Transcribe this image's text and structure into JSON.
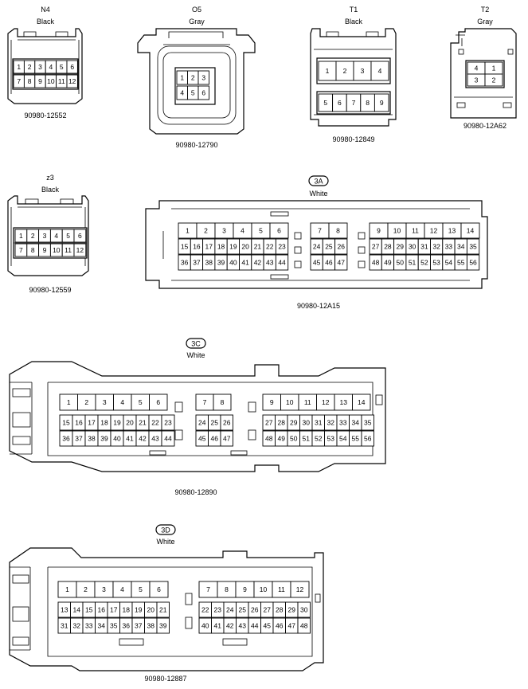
{
  "connectors": {
    "n4": {
      "name": "N4",
      "color": "Black",
      "part": "90980-12552",
      "rows": [
        [
          "1",
          "2",
          "3",
          "4",
          "5",
          "6"
        ],
        [
          "7",
          "8",
          "9",
          "10",
          "11",
          "12"
        ]
      ]
    },
    "o5": {
      "name": "O5",
      "color": "Gray",
      "part": "90980-12790",
      "rows": [
        [
          "1",
          "2",
          "3"
        ],
        [
          "4",
          "5",
          "6"
        ]
      ]
    },
    "t1": {
      "name": "T1",
      "color": "Black",
      "part": "90980-12849",
      "rows": [
        [
          "1",
          "2",
          "3",
          "4"
        ],
        [
          "5",
          "6",
          "7",
          "8",
          "9"
        ]
      ]
    },
    "t2": {
      "name": "T2",
      "color": "Gray",
      "part": "90980-12A62",
      "rows": [
        [
          "4",
          "1"
        ],
        [
          "3",
          "2"
        ]
      ]
    },
    "z3": {
      "name": "z3",
      "color": "Black",
      "part": "90980-12559",
      "rows": [
        [
          "1",
          "2",
          "3",
          "4",
          "5",
          "6"
        ],
        [
          "7",
          "8",
          "9",
          "10",
          "11",
          "12"
        ]
      ]
    },
    "3a": {
      "name": "3A",
      "color": "White",
      "part": "90980-12A15",
      "groups": [
        {
          "rows": [
            [
              "1",
              "2",
              "3",
              "4",
              "5",
              "6"
            ],
            [
              "15",
              "16",
              "17",
              "18",
              "19",
              "20",
              "21",
              "22",
              "23"
            ],
            [
              "36",
              "37",
              "38",
              "39",
              "40",
              "41",
              "42",
              "43",
              "44"
            ]
          ]
        },
        {
          "rows": [
            [
              "7",
              "8"
            ],
            [
              "24",
              "25",
              "26"
            ],
            [
              "45",
              "46",
              "47"
            ]
          ]
        },
        {
          "rows": [
            [
              "9",
              "10",
              "11",
              "12",
              "13",
              "14"
            ],
            [
              "27",
              "28",
              "29",
              "30",
              "31",
              "32",
              "33",
              "34",
              "35"
            ],
            [
              "48",
              "49",
              "50",
              "51",
              "52",
              "53",
              "54",
              "55",
              "56"
            ]
          ]
        }
      ]
    },
    "3c": {
      "name": "3C",
      "color": "White",
      "part": "90980-12890",
      "groups": [
        {
          "rows": [
            [
              "1",
              "2",
              "3",
              "4",
              "5",
              "6"
            ],
            [
              "15",
              "16",
              "17",
              "18",
              "19",
              "20",
              "21",
              "22",
              "23"
            ],
            [
              "36",
              "37",
              "38",
              "39",
              "40",
              "41",
              "42",
              "43",
              "44"
            ]
          ]
        },
        {
          "rows": [
            [
              "7",
              "8"
            ],
            [
              "24",
              "25",
              "26"
            ],
            [
              "45",
              "46",
              "47"
            ]
          ]
        },
        {
          "rows": [
            [
              "9",
              "10",
              "11",
              "12",
              "13",
              "14"
            ],
            [
              "27",
              "28",
              "29",
              "30",
              "31",
              "32",
              "33",
              "34",
              "35"
            ],
            [
              "48",
              "49",
              "50",
              "51",
              "52",
              "53",
              "54",
              "55",
              "56"
            ]
          ]
        }
      ]
    },
    "3d": {
      "name": "3D",
      "color": "White",
      "part": "90980-12887",
      "groups": [
        {
          "rows": [
            [
              "1",
              "2",
              "3",
              "4",
              "5",
              "6"
            ],
            [
              "13",
              "14",
              "15",
              "16",
              "17",
              "18",
              "19",
              "20",
              "21"
            ],
            [
              "31",
              "32",
              "33",
              "34",
              "35",
              "36",
              "37",
              "38",
              "39"
            ]
          ]
        },
        {
          "rows": [
            [
              "7",
              "8",
              "9",
              "10",
              "11",
              "12"
            ],
            [
              "22",
              "23",
              "24",
              "25",
              "26",
              "27",
              "28",
              "29",
              "30"
            ],
            [
              "40",
              "41",
              "42",
              "43",
              "44",
              "45",
              "46",
              "47",
              "48"
            ]
          ]
        }
      ]
    }
  }
}
